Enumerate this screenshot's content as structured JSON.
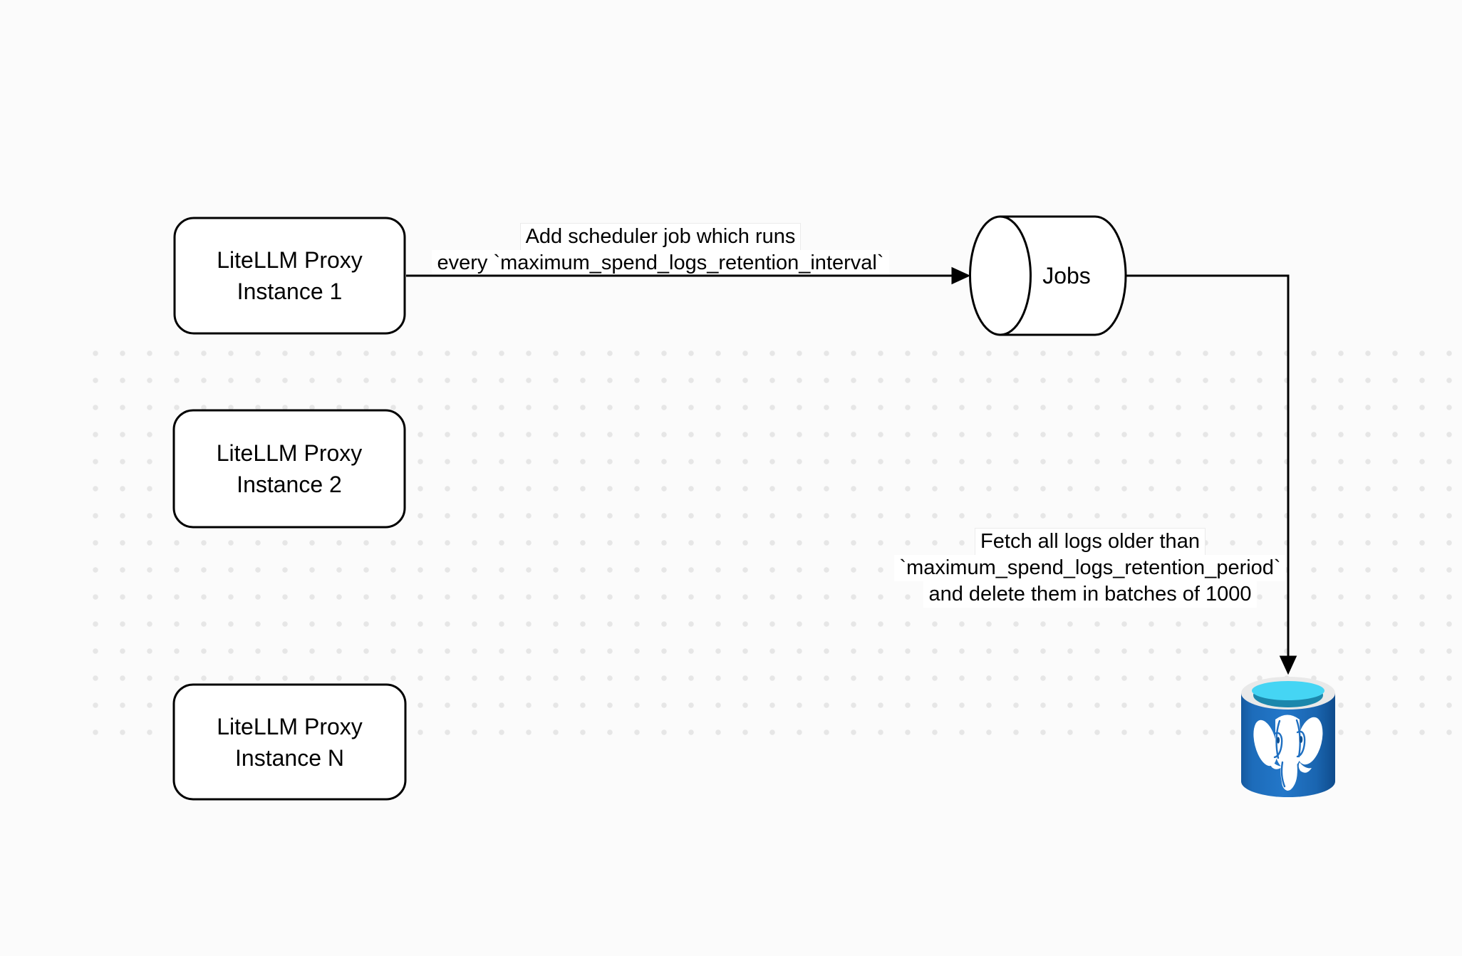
{
  "diagram": {
    "nodes": {
      "proxy1": {
        "line1": "LiteLLM Proxy",
        "line2": "Instance 1"
      },
      "proxy2": {
        "line1": "LiteLLM Proxy",
        "line2": "Instance 2"
      },
      "proxyN": {
        "line1": "LiteLLM Proxy",
        "line2": "Instance N"
      },
      "jobs": {
        "label": "Jobs"
      },
      "postgres": {
        "icon": "postgresql-database-icon"
      }
    },
    "edges": {
      "add_job": {
        "line1": "Add scheduler job which runs",
        "line2": "every `maximum_spend_logs_retention_interval`"
      },
      "fetch_delete": {
        "line1": "Fetch all logs older than",
        "line2": "`maximum_spend_logs_retention_period`",
        "line3": "and delete them in batches of 1000"
      }
    },
    "colors": {
      "canvas_bg": "#fbfbfb",
      "grid_dot": "#e6e6e6",
      "shape_stroke": "#000000",
      "shape_fill": "#ffffff",
      "label_bg": "#ffffff",
      "postgres_body_blue": "#1e6fc1",
      "postgres_rim": "#e9e9e9",
      "postgres_opening_cyan": "#45d5f4",
      "postgres_opening_teal": "#1b87ac",
      "postgres_eye_blue": "#0f4f8f"
    }
  }
}
